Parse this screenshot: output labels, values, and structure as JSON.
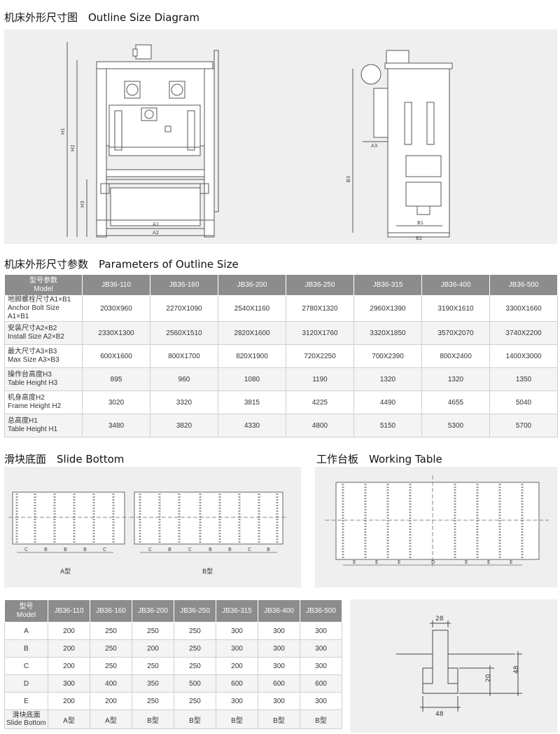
{
  "outline": {
    "title": "机床外形尺寸图　Outline Size Diagram",
    "front_labels": {
      "h1": "H1",
      "h2": "H2",
      "h3": "H3",
      "a1": "A1",
      "a2": "A2"
    },
    "side_labels": {
      "a3": "A3",
      "b3": "B3",
      "b1": "B1",
      "b2": "B2"
    }
  },
  "params": {
    "title": "机床外形尺寸参数　Parameters of Outline Size",
    "header_cn": "型号参数",
    "header_en": "Model",
    "models": [
      "JB36-110",
      "JB36-160",
      "JB36-200",
      "JB36-250",
      "JB36-315",
      "JB36-400",
      "JB36-500"
    ],
    "rows": [
      {
        "cn": "地脚螺栓尺寸A1×B1",
        "en": "Anchor Bolt  Size A1×B1",
        "values": [
          "2030X960",
          "2270X1090",
          "2540X1160",
          "2780X1320",
          "2960X1390",
          "3190X1610",
          "3300X1660"
        ]
      },
      {
        "cn": "安装尺寸A2×B2",
        "en": "Install Size A2×B2",
        "values": [
          "2330X1300",
          "2560X1510",
          "2820X1600",
          "3120X1760",
          "3320X1850",
          "3570X2070",
          "3740X2200"
        ]
      },
      {
        "cn": "最大尺寸A3×B3",
        "en": "Max Size A3×B3",
        "values": [
          "600X1600",
          "800X1700",
          "820X1900",
          "720X2250",
          "700X2390",
          "800X2400",
          "1400X3000"
        ]
      },
      {
        "cn": "操作台高度H3",
        "en": "Table Height H3",
        "values": [
          "895",
          "960",
          "1080",
          "1190",
          "1320",
          "1320",
          "1350"
        ]
      },
      {
        "cn": "机身高度H2",
        "en": "Frame Height H2",
        "values": [
          "3020",
          "3320",
          "3815",
          "4225",
          "4490",
          "4655",
          "5040"
        ]
      },
      {
        "cn": "总高度H1",
        "en": "Table Height H1",
        "values": [
          "3480",
          "3820",
          "4330",
          "4800",
          "5150",
          "5300",
          "5700"
        ]
      }
    ]
  },
  "slide": {
    "title": "滑块底面　Slide Bottom",
    "type_a": "A型",
    "type_b": "B型",
    "labels": {
      "c": "C",
      "b": "B"
    }
  },
  "table_section": {
    "title": "工作台板　Working Table",
    "labels": {
      "e": "E",
      "d": "D"
    }
  },
  "dims": {
    "header_cn": "型号",
    "header_en": "Model",
    "models": [
      "JB36-110",
      "JB36-160",
      "JB36-200",
      "JB36-250",
      "JB36-315",
      "JB36-400",
      "JB36-500"
    ],
    "rows": [
      {
        "label": "A",
        "values": [
          "200",
          "250",
          "250",
          "250",
          "300",
          "300",
          "300"
        ]
      },
      {
        "label": "B",
        "values": [
          "200",
          "250",
          "200",
          "250",
          "300",
          "300",
          "300"
        ]
      },
      {
        "label": "C",
        "values": [
          "200",
          "250",
          "250",
          "250",
          "200",
          "300",
          "300"
        ]
      },
      {
        "label": "D",
        "values": [
          "300",
          "400",
          "350",
          "500",
          "600",
          "600",
          "600"
        ]
      },
      {
        "label": "E",
        "values": [
          "200",
          "200",
          "250",
          "250",
          "300",
          "300",
          "300"
        ]
      }
    ],
    "slide_row": {
      "cn": "滑块底面",
      "en": "Slide Bottom",
      "values": [
        "A型",
        "A型",
        "B型",
        "B型",
        "B型",
        "B型",
        "B型"
      ]
    }
  },
  "tslot": {
    "top": "28",
    "height": "20",
    "total": "48",
    "bottom": "48"
  }
}
